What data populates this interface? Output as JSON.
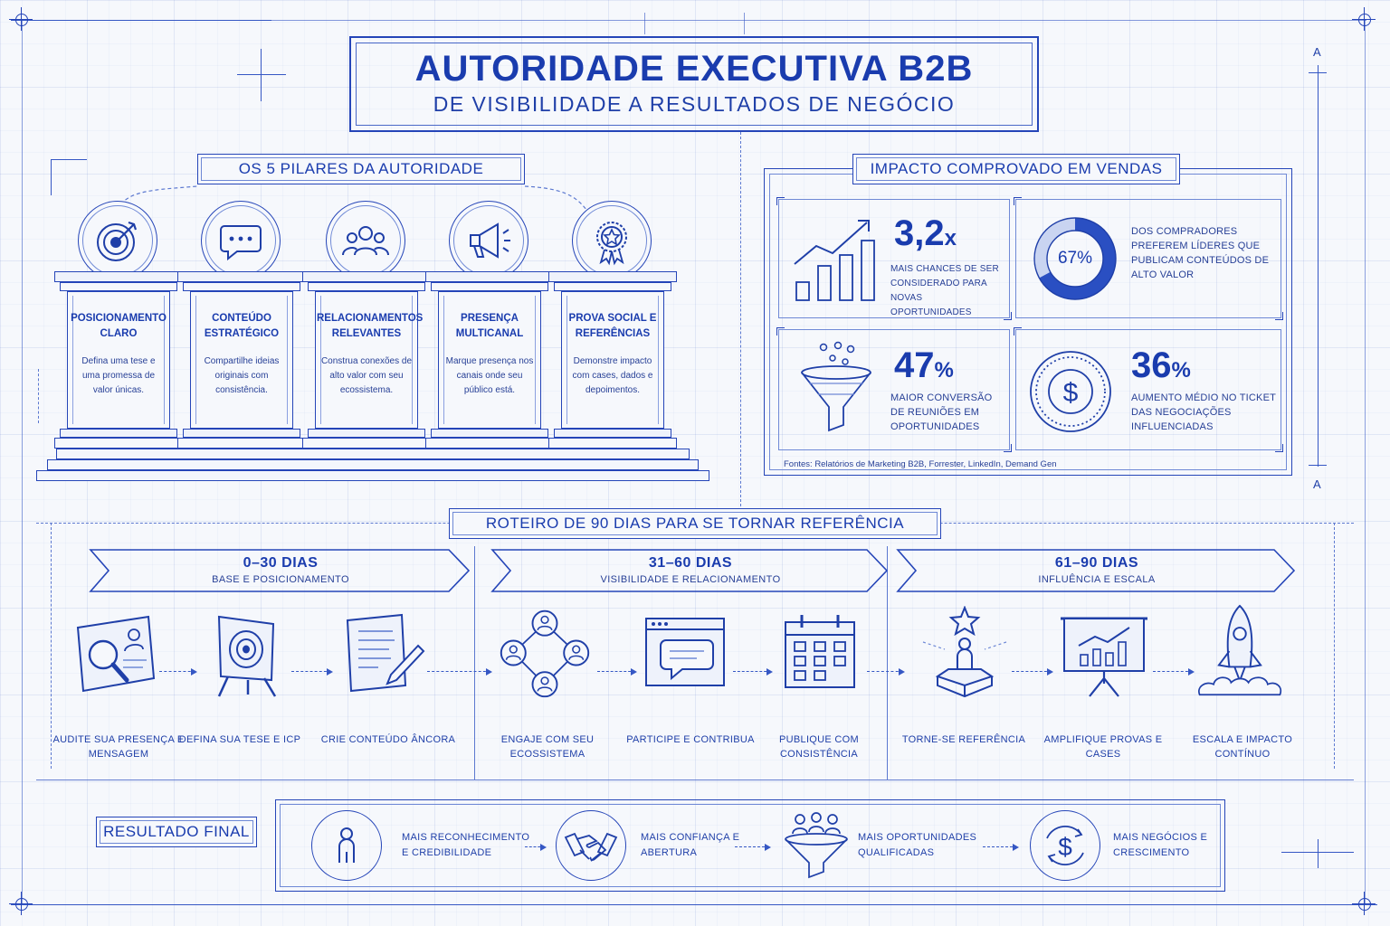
{
  "header": {
    "title": "AUTORIDADE EXECUTIVA B2B",
    "subtitle": "DE VISIBILIDADE A RESULTADOS DE NEGÓCIO"
  },
  "pillars": {
    "label": "OS 5 PILARES DA AUTORIDADE",
    "items": [
      {
        "icon": "target-icon",
        "name": "POSICIONAMENTO CLARO",
        "desc": "Defina uma tese e uma promessa de valor únicas."
      },
      {
        "icon": "chat-bubble-icon",
        "name": "CONTEÚDO ESTRATÉGICO",
        "desc": "Compartilhe ideias originais com consistência."
      },
      {
        "icon": "people-group-icon",
        "name": "RELACIONAMENTOS RELEVANTES",
        "desc": "Construa conexões de alto valor com seu ecossistema."
      },
      {
        "icon": "megaphone-icon",
        "name": "PRESENÇA MULTICANAL",
        "desc": "Marque presença nos canais onde seu público está."
      },
      {
        "icon": "award-star-icon",
        "name": "PROVA SOCIAL E REFERÊNCIAS",
        "desc": "Demonstre impacto com cases, dados e depoimentos."
      }
    ]
  },
  "impact": {
    "label": "IMPACTO COMPROVADO EM VENDAS",
    "stats": [
      {
        "icon": "growth-bar-chart-icon",
        "value": "3,2",
        "unit": "x",
        "text": "MAIS CHANCES DE SER CONSIDERADO PARA NOVAS OPORTUNIDADES"
      },
      {
        "icon": "donut-chart-icon",
        "value": "67%",
        "unit": "",
        "text": "DOS COMPRADORES PREFEREM LÍDERES QUE PUBLICAM CONTEÚDOS DE ALTO VALOR",
        "share": 0.67
      },
      {
        "icon": "funnel-icon",
        "value": "47",
        "unit": "%",
        "text": "MAIOR CONVERSÃO DE REUNIÕES EM OPORTUNIDADES"
      },
      {
        "icon": "dollar-coin-icon",
        "value": "36",
        "unit": "%",
        "text": "AUMENTO MÉDIO NO TICKET DAS NEGOCIAÇÕES INFLUENCIADAS"
      }
    ],
    "sources": "Fontes: Relatórios de Marketing B2B, Forrester, LinkedIn, Demand Gen"
  },
  "roadmap": {
    "label": "ROTEIRO DE 90 DIAS PARA SE TORNAR REFERÊNCIA",
    "phases": [
      {
        "title": "0–30 DIAS",
        "subtitle": "BASE E POSICIONAMENTO"
      },
      {
        "title": "31–60 DIAS",
        "subtitle": "VISIBILIDADE E RELACIONAMENTO"
      },
      {
        "title": "61–90 DIAS",
        "subtitle": "INFLUÊNCIA E ESCALA"
      }
    ],
    "steps": [
      {
        "icon": "profile-audit-icon",
        "label": "AUDITE SUA PRESENÇA E MENSAGEM"
      },
      {
        "icon": "target-board-icon",
        "label": "DEFINA SUA TESE E ICP"
      },
      {
        "icon": "document-pen-icon",
        "label": "CRIE CONTEÚDO ÂNCORA"
      },
      {
        "icon": "network-icon",
        "label": "ENGAJE COM SEU ECOSSISTEMA"
      },
      {
        "icon": "chat-window-icon",
        "label": "PARTICIPE E CONTRIBUA"
      },
      {
        "icon": "calendar-icon",
        "label": "PUBLIQUE COM CONSISTÊNCIA"
      },
      {
        "icon": "podium-star-icon",
        "label": "TORNE-SE REFERÊNCIA"
      },
      {
        "icon": "presentation-board-icon",
        "label": "AMPLIFIQUE PROVAS E CASES"
      },
      {
        "icon": "rocket-icon",
        "label": "ESCALA E IMPACTO CONTÍNUO"
      }
    ]
  },
  "result": {
    "label": "RESULTADO FINAL",
    "items": [
      {
        "icon": "person-icon",
        "text": "MAIS RECONHECIMENTO E CREDIBILIDADE"
      },
      {
        "icon": "handshake-icon",
        "text": "MAIS CONFIANÇA E ABERTURA"
      },
      {
        "icon": "people-funnel-icon",
        "text": "MAIS OPORTUNIDADES QUALIFICADAS"
      },
      {
        "icon": "dollar-cycle-icon",
        "text": "MAIS NEGÓCIOS E CRESCIMENTO"
      }
    ]
  },
  "dimension": {
    "mark": "A"
  }
}
